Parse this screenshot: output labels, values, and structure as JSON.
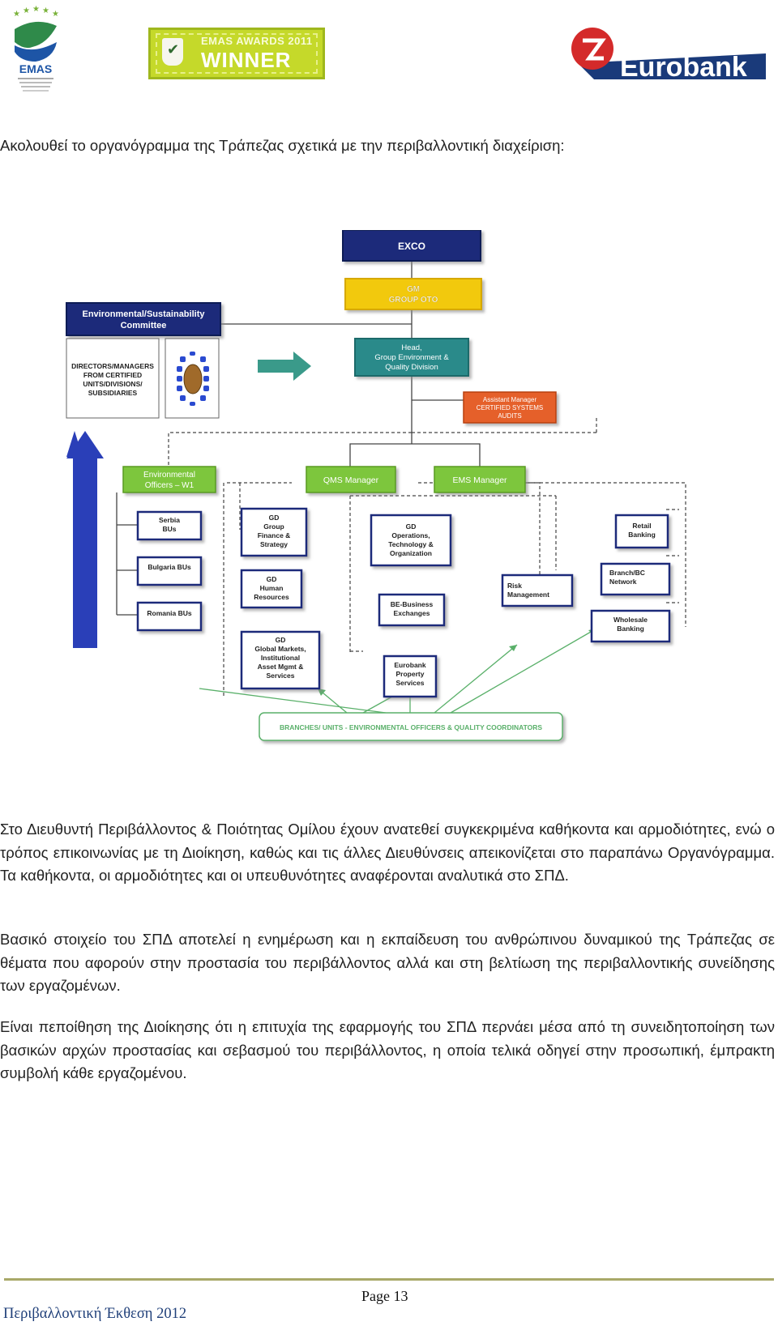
{
  "header": {
    "emas_logo_label": "EMAS",
    "award_line1": "EMAS AWARDS 2011",
    "award_line2": "WINNER",
    "bank_name": "Eurobank"
  },
  "intro": "Ακολουθεί το οργανόγραμμα της Τράπεζας σχετικά με την περιβαλλοντική διαχείριση:",
  "org_chart": {
    "exco": "EXCO",
    "gm_line1": "GM",
    "gm_line2": "GROUP OTO",
    "committee_line1": "Environmental/Sustainability",
    "committee_line2": "Committee",
    "directors_lines": [
      "DIRECTORS/MANAGERS",
      "FROM CERTIFIED",
      "UNITS/DIVISIONS/",
      "SUBSIDIARIES"
    ],
    "head_lines": [
      "Head,",
      "Group Environment &",
      "Quality Division"
    ],
    "asst_lines": [
      "Assistant Manager",
      "CERTIFIED SYSTEMS",
      "AUDITS"
    ],
    "env_officers_lines": [
      "Environmental",
      "Officers – W1"
    ],
    "qms": "QMS Manager",
    "ems": "EMS Manager",
    "serbia_lines": [
      "Serbia",
      "BUs"
    ],
    "bulgaria": "Bulgaria BUs",
    "romania": "Romania BUs",
    "gd_finance_lines": [
      "GD",
      "Group",
      "Finance &",
      "Strategy"
    ],
    "gd_hr_lines": [
      "GD",
      "Human",
      "Resources"
    ],
    "gd_global_lines": [
      "GD",
      "Global Markets,",
      "Institutional",
      "Asset Mgmt &",
      "Services"
    ],
    "gd_ops_lines": [
      "GD",
      "Operations,",
      "Technology &",
      "Organization"
    ],
    "be_lines": [
      "BE-Business",
      "Exchanges"
    ],
    "property_lines": [
      "Eurobank",
      "Property",
      "Services"
    ],
    "risk_lines": [
      "Risk",
      "Management"
    ],
    "retail_lines": [
      "Retail",
      "Banking"
    ],
    "branch_lines": [
      "Branch/BC",
      "Network"
    ],
    "wholesale_lines": [
      "Wholesale",
      "Banking"
    ],
    "branches_bar": "BRANCHES/ UNITS - ENVIRONMENTAL OFFICERS & QUALITY COORDINATORS"
  },
  "paragraphs": [
    "Στο Διευθυντή Περιβάλλοντος & Ποιότητας Ομίλου έχουν ανατεθεί συγκεκριμένα καθήκοντα και αρμοδιότητες, ενώ ο τρόπος επικοινωνίας με τη Διοίκηση, καθώς και τις άλλες Διευθύνσεις απεικονίζεται στο παραπάνω Οργανόγραμμα. Τα καθήκοντα, οι αρμοδιότητες και οι υπευθυνότητες αναφέρονται αναλυτικά στο ΣΠΔ.",
    "Βασικό στοιχείο του ΣΠΔ αποτελεί η ενημέρωση και η εκπαίδευση του ανθρώπινου δυναμικού της Τράπεζας σε θέματα που αφορούν στην προστασία του περιβάλλοντος αλλά και στη βελτίωση της περιβαλλοντικής συνείδησης των εργαζομένων.",
    "Είναι πεποίθηση της Διοίκησης ότι η επιτυχία της εφαρμογής του ΣΠΔ περνάει μέσα από τη συνειδητοποίηση των βασικών αρχών προστασίας και σεβασμού του περιβάλλοντος, η οποία τελικά οδηγεί στην προσωπική, έμπρακτη συμβολή κάθε εργαζομένου."
  ],
  "footer": {
    "page": "Page 13",
    "report_title": "Περιβαλλοντική Έκθεση 2012"
  },
  "colors": {
    "navy": "#1c2a7a",
    "gold": "#f2c911",
    "teal": "#2b8a8a",
    "orange": "#e5602a",
    "green": "#7dc63d",
    "blue_arrow": "#2a3fb8",
    "footer_title": "#1f3f79"
  }
}
